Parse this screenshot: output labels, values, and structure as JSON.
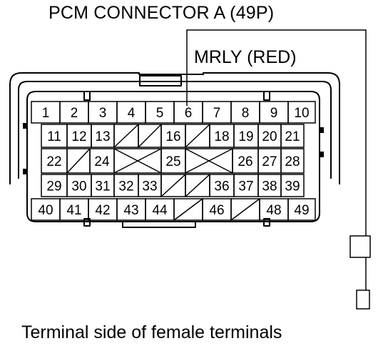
{
  "title": "PCM CONNECTOR A (49P)",
  "wire_label": "MRLY (RED)",
  "caption": "Terminal side of female terminals",
  "colors": {
    "line": "#000000",
    "background": "#ffffff"
  },
  "connector": {
    "rows": [
      [
        {
          "label": "1"
        },
        {
          "label": "2"
        },
        {
          "label": "3"
        },
        {
          "label": "4"
        },
        {
          "label": "5"
        },
        {
          "label": "6"
        },
        {
          "label": "7"
        },
        {
          "label": "8"
        },
        {
          "label": "9"
        },
        {
          "label": "10"
        }
      ],
      [
        {
          "label": "11"
        },
        {
          "label": "12"
        },
        {
          "label": "13"
        },
        {
          "label": ""
        },
        {
          "label": ""
        },
        {
          "label": "16"
        },
        {
          "label": ""
        },
        {
          "label": "18"
        },
        {
          "label": "19"
        },
        {
          "label": "20"
        },
        {
          "label": "21"
        }
      ],
      [
        {
          "label": "22"
        },
        {
          "label": ""
        },
        {
          "label": "24"
        },
        {
          "label": ""
        },
        {
          "label": "25"
        },
        {
          "label": ""
        },
        {
          "label": "26"
        },
        {
          "label": "27"
        },
        {
          "label": "28"
        }
      ],
      [
        {
          "label": "29"
        },
        {
          "label": "30"
        },
        {
          "label": "31"
        },
        {
          "label": "32"
        },
        {
          "label": "33"
        },
        {
          "label": ""
        },
        {
          "label": ""
        },
        {
          "label": "36"
        },
        {
          "label": "37"
        },
        {
          "label": "38"
        },
        {
          "label": "39"
        }
      ],
      [
        {
          "label": "40"
        },
        {
          "label": "41"
        },
        {
          "label": "42"
        },
        {
          "label": "43"
        },
        {
          "label": "44"
        },
        {
          "label": ""
        },
        {
          "label": "46"
        },
        {
          "label": ""
        },
        {
          "label": "48"
        },
        {
          "label": "49"
        }
      ]
    ]
  }
}
